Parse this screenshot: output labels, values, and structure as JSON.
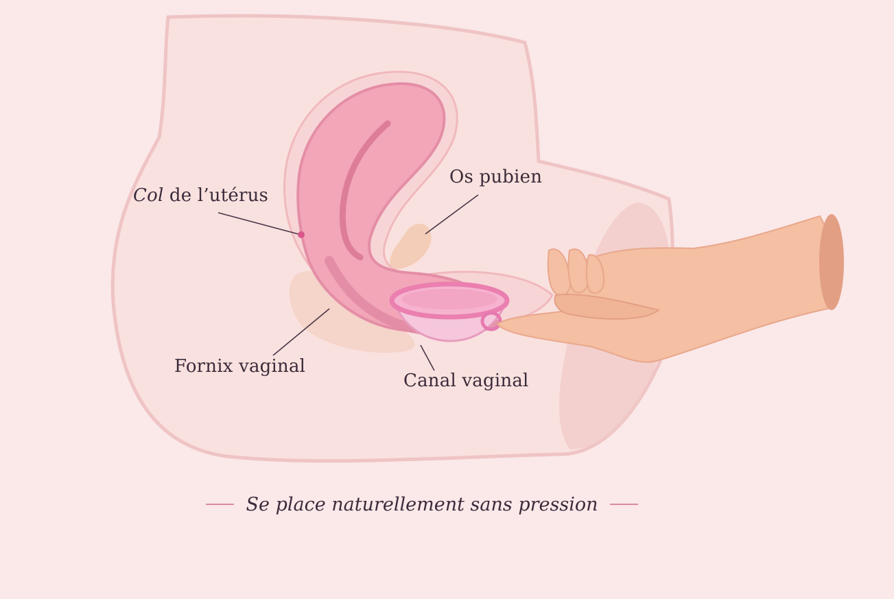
{
  "labels": {
    "cervix_italic": "Col",
    "cervix_rest": " de l’utérus",
    "pubic_bone": "Os pubien",
    "vaginal_fornix": "Fornix vaginal",
    "vaginal_canal": "Canal vaginal"
  },
  "caption": "Se place naturellement sans pression",
  "colors": {
    "background": "#fbe8e9",
    "body_outline": "#efc4c4",
    "uterus": "#f2a6b8",
    "uterus_dark": "#dd7d98",
    "cup": "#ee89b4",
    "skin": "#f4bfa3",
    "skin_dark": "#e39f84",
    "text": "#3b2b3a",
    "leader": "#4a3548"
  },
  "icons": [
    "anatomy-cross-section",
    "menstrual-cup-icon",
    "hand-icon"
  ]
}
